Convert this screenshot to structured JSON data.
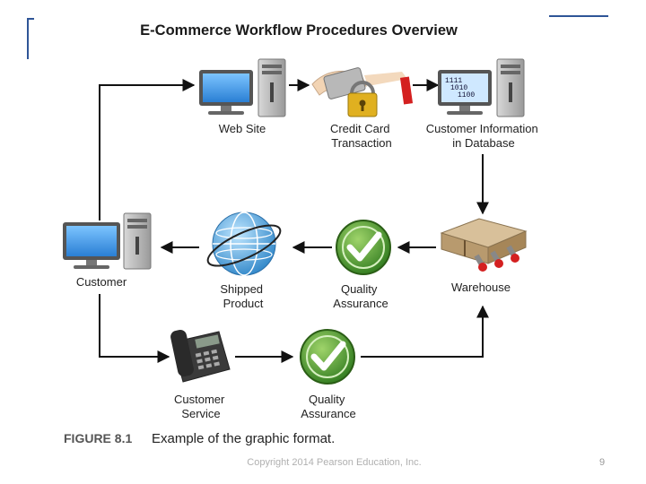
{
  "title": "E-Commerce Workflow Procedures Overview",
  "nodes": {
    "web_site": [
      "Web Site"
    ],
    "credit_card": [
      "Credit Card",
      "Transaction"
    ],
    "customer_db": [
      "Customer Information",
      "in Database"
    ],
    "customer": [
      "Customer"
    ],
    "shipped_product": [
      "Shipped",
      "Product"
    ],
    "quality_assurance_top": [
      "Quality",
      "Assurance"
    ],
    "warehouse": [
      "Warehouse"
    ],
    "customer_service": [
      "Customer",
      "Service"
    ],
    "quality_assurance_bottom": [
      "Quality",
      "Assurance"
    ]
  },
  "caption": {
    "number": "FIGURE 8.1",
    "text": "Example of the graphic format."
  },
  "footer": "Copyright 2014 Pearson Education, Inc.",
  "page_number": "9",
  "colors": {
    "accent_blue": "#2f5597",
    "monitor_blue": "#3b8fe0",
    "check_green": "#4c9a2a",
    "globe_blue": "#4aa3df",
    "warehouse_beige": "#c9b08a",
    "card_red": "#d42020",
    "lock_gold": "#e0b020"
  },
  "icons": [
    "computer-icon",
    "credit-card-lock-icon",
    "database-computer-icon",
    "globe-icon",
    "checkmark-icon",
    "warehouse-boxes-icon",
    "telephone-icon"
  ]
}
